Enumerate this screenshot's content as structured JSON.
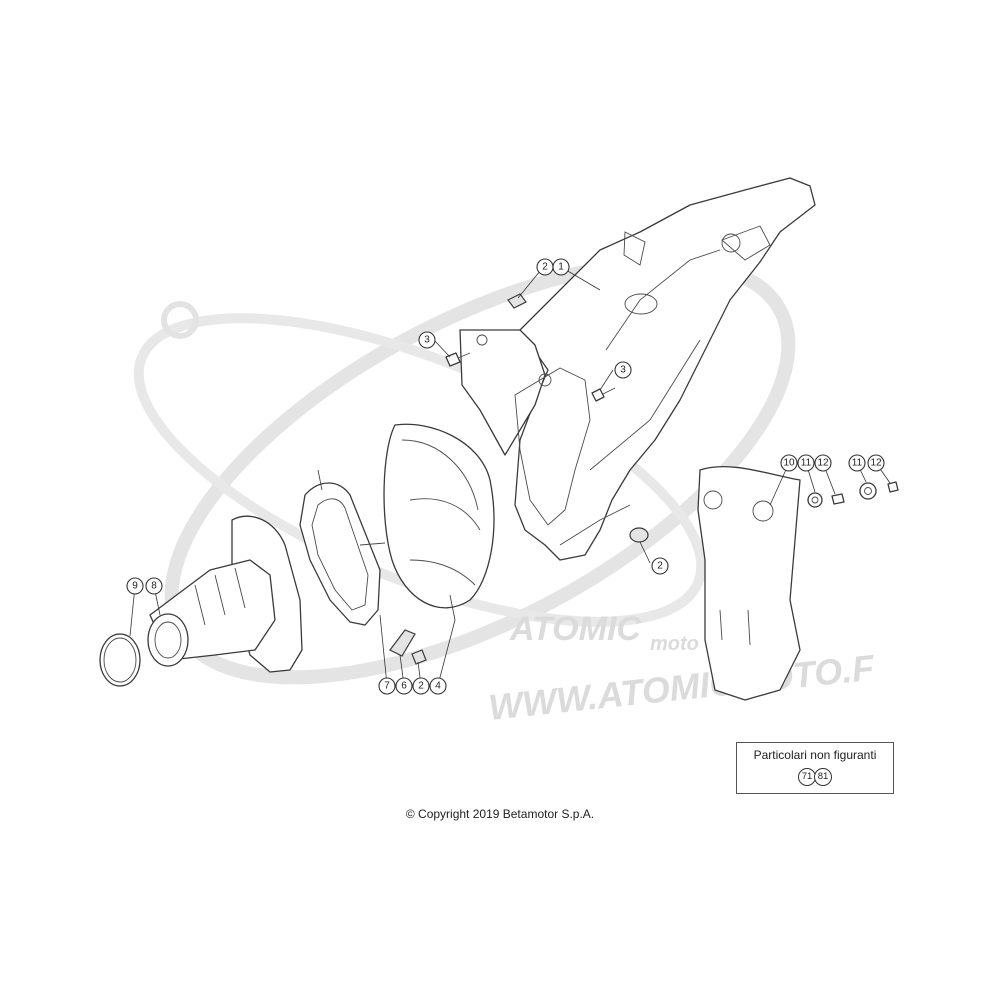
{
  "watermark": {
    "brand": "ATOMIC",
    "sub": "moto",
    "url": "WWW.ATOMICMOTO.F"
  },
  "callouts": [
    {
      "id": "c-2-top",
      "label": "2"
    },
    {
      "id": "c-1",
      "label": "1"
    },
    {
      "id": "c-3-left",
      "label": "3"
    },
    {
      "id": "c-3-right",
      "label": "3"
    },
    {
      "id": "c-10",
      "label": "10"
    },
    {
      "id": "c-11-a",
      "label": "11"
    },
    {
      "id": "c-12-a",
      "label": "12"
    },
    {
      "id": "c-11-b",
      "label": "11"
    },
    {
      "id": "c-12-b",
      "label": "12"
    },
    {
      "id": "c-2-right",
      "label": "2"
    },
    {
      "id": "c-9",
      "label": "9"
    },
    {
      "id": "c-8",
      "label": "8"
    },
    {
      "id": "c-7",
      "label": "7"
    },
    {
      "id": "c-6",
      "label": "6"
    },
    {
      "id": "c-2-bottom",
      "label": "2"
    },
    {
      "id": "c-4",
      "label": "4"
    }
  ],
  "legend": {
    "title": "Particolari non figuranti",
    "items": [
      "71",
      "81"
    ]
  },
  "copyright": "© Copyright 2019 Betamotor S.p.A."
}
